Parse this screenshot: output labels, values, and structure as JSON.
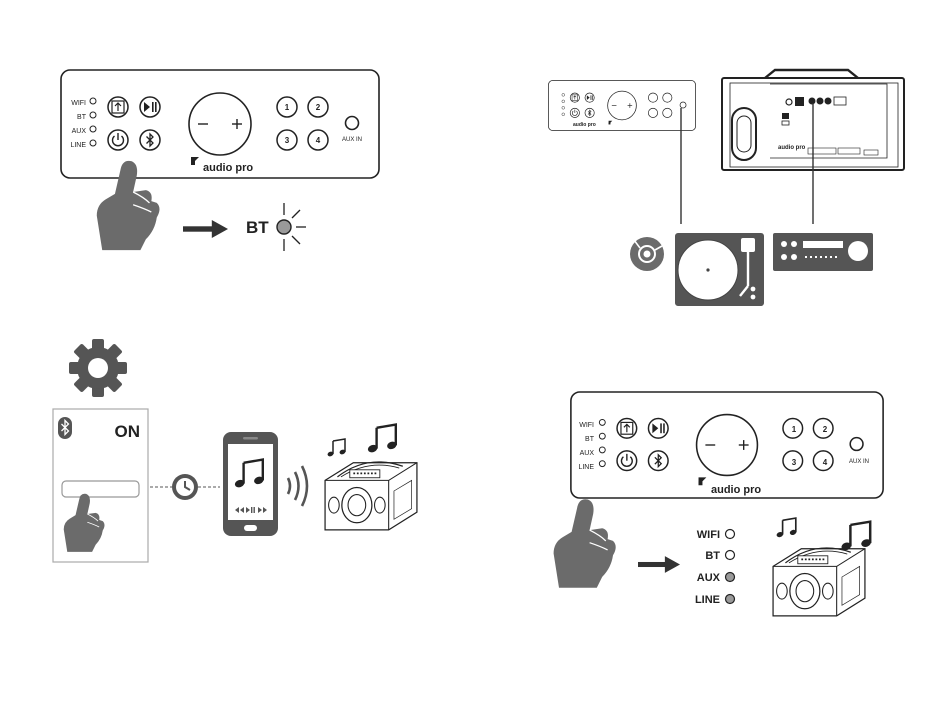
{
  "panel": {
    "indicators": [
      "WIFI",
      "BT",
      "AUX",
      "LINE"
    ],
    "presets": [
      "1",
      "2",
      "3",
      "4"
    ],
    "aux_label": "AUX IN",
    "brand": "audio pro",
    "vol_minus": "−",
    "vol_plus": "+"
  },
  "step1": {
    "result_label": "BT"
  },
  "step3": {
    "bt_state": "ON"
  },
  "step4": {
    "indicators": [
      "WIFI",
      "BT",
      "AUX",
      "LINE"
    ]
  },
  "icons": {
    "source": "source-icon",
    "play_pause": "play-pause-icon",
    "power": "power-icon",
    "bluetooth": "bluetooth-icon",
    "gear": "gear-icon",
    "clock": "clock-icon",
    "music_note": "music-note-icon",
    "chromecast": "chromecast-icon"
  },
  "colors": {
    "ink": "#222222",
    "hand": "#6b6b6b",
    "led_active": "#9a9a9a",
    "outline": "#333333"
  }
}
